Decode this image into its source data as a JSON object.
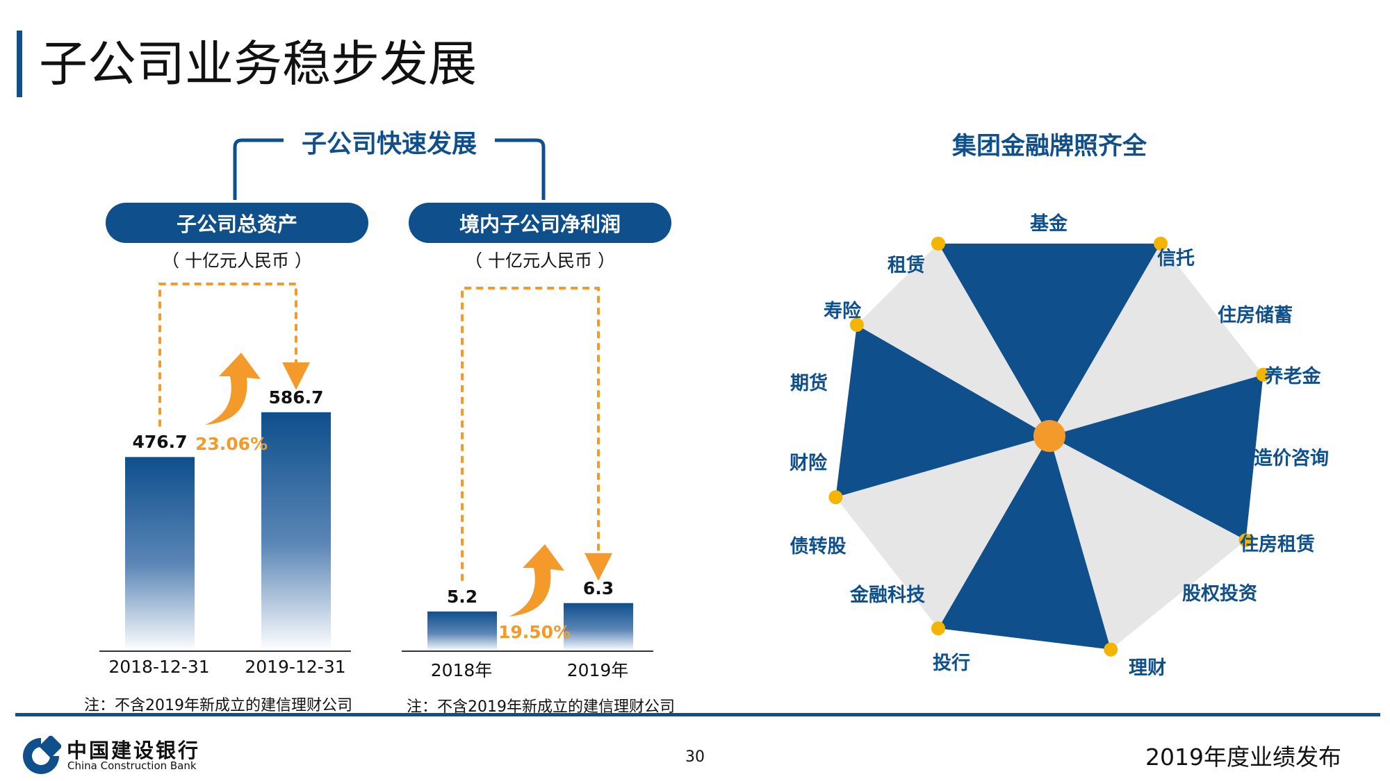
{
  "page": {
    "title": "子公司业务稳步发展",
    "page_number": "30",
    "report_title": "2019年度业绩发布"
  },
  "branding": {
    "bank_name_cn": "中国建设银行",
    "bank_name_en": "China Construction Bank",
    "brand_color": "#0e4f8c",
    "accent_color": "#f39a2b"
  },
  "left_section": {
    "title": "子公司快速发展",
    "panels": [
      {
        "label": "子公司总资产",
        "unit": "（ 十亿元人民币 ）",
        "growth": "23.06%",
        "note": "注：不含2019年新成立的建信理财公司"
      },
      {
        "label": "境内子公司净利润",
        "unit": "（ 十亿元人民币 ）",
        "growth": "19.50%",
        "note": "注：不含2019年新成立的建信理财公司"
      }
    ]
  },
  "chart_data": [
    {
      "type": "bar",
      "title": "子公司总资产",
      "ylabel": "（ 十亿元人民币 ）",
      "categories": [
        "2018-12-31",
        "2019-12-31"
      ],
      "values": [
        476.7,
        586.7
      ],
      "value_labels": [
        "476.7",
        "586.7"
      ],
      "ylim": [
        0,
        750
      ],
      "growth": "23.06%"
    },
    {
      "type": "bar",
      "title": "境内子公司净利润",
      "ylabel": "（ 十亿元人民币 ）",
      "categories": [
        "2018年",
        "2019年"
      ],
      "values": [
        5.2,
        6.3
      ],
      "value_labels": [
        "5.2",
        "6.3"
      ],
      "ylim": [
        0,
        40
      ],
      "growth": "19.50%"
    }
  ],
  "right_section": {
    "title": "集团金融牌照齐全",
    "licenses": [
      "基金",
      "信托",
      "住房储蓄",
      "养老金",
      "造价咨询",
      "住房租赁",
      "股权投资",
      "理财",
      "投行",
      "金融科技",
      "债转股",
      "财险",
      "期货",
      "寿险",
      "租赁"
    ]
  }
}
